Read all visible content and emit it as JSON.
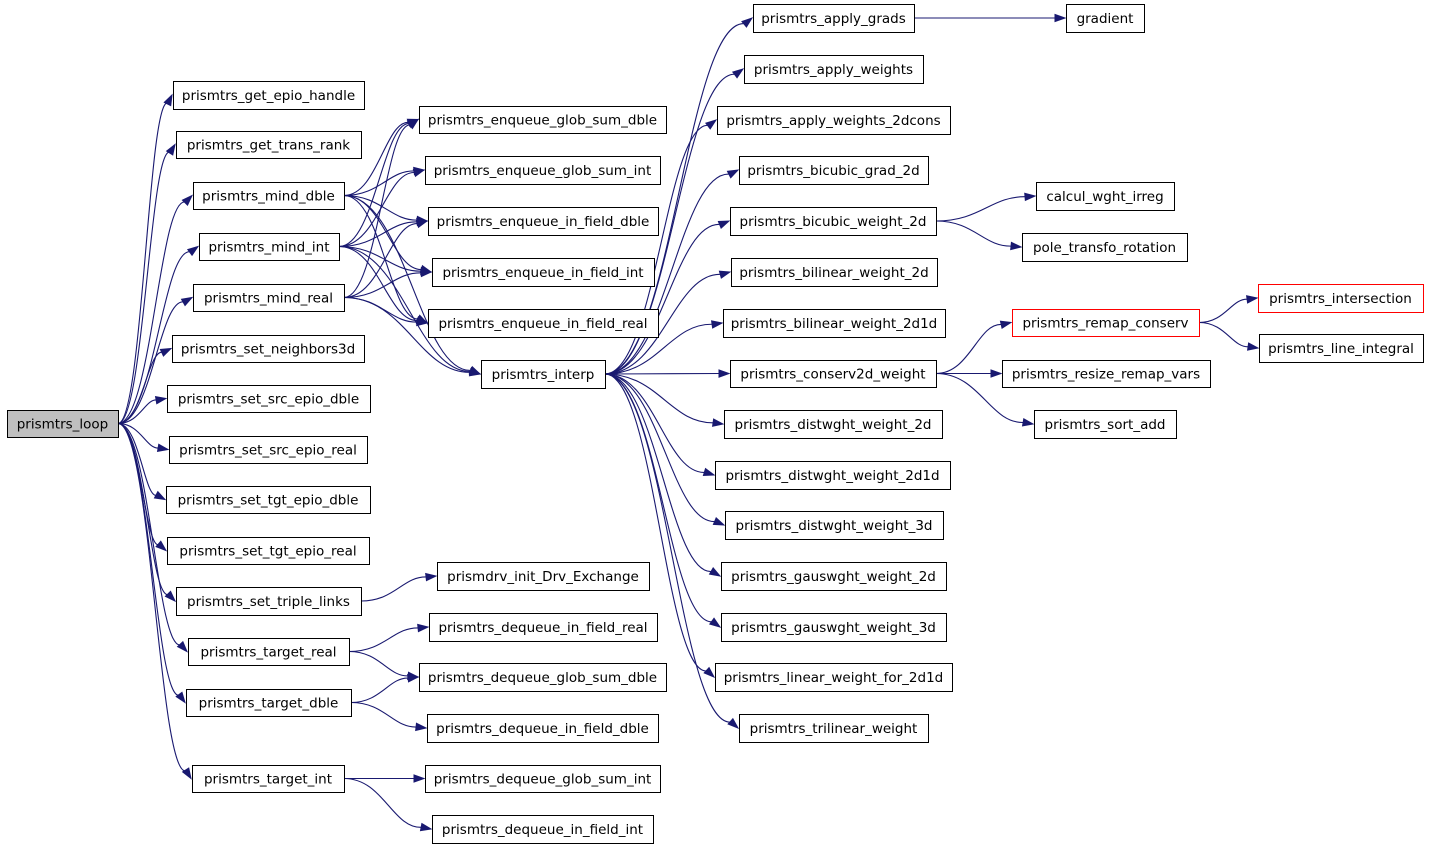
{
  "graph": {
    "colors": {
      "edge": "#191970",
      "root_fill": "#bfbfbf",
      "highlight_border": "#ff0000",
      "border": "#000000"
    },
    "nodes": [
      {
        "id": "loop",
        "label": "prismtrs_loop",
        "style": "root"
      },
      {
        "id": "get_epio_handle",
        "label": "prismtrs_get_epio_handle"
      },
      {
        "id": "get_trans_rank",
        "label": "prismtrs_get_trans_rank"
      },
      {
        "id": "mind_dble",
        "label": "prismtrs_mind_dble"
      },
      {
        "id": "mind_int",
        "label": "prismtrs_mind_int"
      },
      {
        "id": "mind_real",
        "label": "prismtrs_mind_real"
      },
      {
        "id": "set_neighbors3d",
        "label": "prismtrs_set_neighbors3d"
      },
      {
        "id": "set_src_epio_dble",
        "label": "prismtrs_set_src_epio_dble"
      },
      {
        "id": "set_src_epio_real",
        "label": "prismtrs_set_src_epio_real"
      },
      {
        "id": "set_tgt_epio_dble",
        "label": "prismtrs_set_tgt_epio_dble"
      },
      {
        "id": "set_tgt_epio_real",
        "label": "prismtrs_set_tgt_epio_real"
      },
      {
        "id": "set_triple_links",
        "label": "prismtrs_set_triple_links"
      },
      {
        "id": "target_real",
        "label": "prismtrs_target_real"
      },
      {
        "id": "target_dble",
        "label": "prismtrs_target_dble"
      },
      {
        "id": "target_int",
        "label": "prismtrs_target_int"
      },
      {
        "id": "enq_glob_sum_dble",
        "label": "prismtrs_enqueue_glob_sum_dble"
      },
      {
        "id": "enq_glob_sum_int",
        "label": "prismtrs_enqueue_glob_sum_int"
      },
      {
        "id": "enq_in_field_dble",
        "label": "prismtrs_enqueue_in_field_dble"
      },
      {
        "id": "enq_in_field_int",
        "label": "prismtrs_enqueue_in_field_int"
      },
      {
        "id": "enq_in_field_real",
        "label": "prismtrs_enqueue_in_field_real"
      },
      {
        "id": "interp",
        "label": "prismtrs_interp"
      },
      {
        "id": "init_drv_exchange",
        "label": "prismdrv_init_Drv_Exchange"
      },
      {
        "id": "deq_in_field_real",
        "label": "prismtrs_dequeue_in_field_real"
      },
      {
        "id": "deq_glob_sum_dble",
        "label": "prismtrs_dequeue_glob_sum_dble"
      },
      {
        "id": "deq_in_field_dble",
        "label": "prismtrs_dequeue_in_field_dble"
      },
      {
        "id": "deq_glob_sum_int",
        "label": "prismtrs_dequeue_glob_sum_int"
      },
      {
        "id": "deq_in_field_int",
        "label": "prismtrs_dequeue_in_field_int"
      },
      {
        "id": "apply_grads",
        "label": "prismtrs_apply_grads"
      },
      {
        "id": "apply_weights",
        "label": "prismtrs_apply_weights"
      },
      {
        "id": "apply_weights_2dcons",
        "label": "prismtrs_apply_weights_2dcons"
      },
      {
        "id": "bicubic_grad_2d",
        "label": "prismtrs_bicubic_grad_2d"
      },
      {
        "id": "bicubic_weight_2d",
        "label": "prismtrs_bicubic_weight_2d"
      },
      {
        "id": "bilinear_weight_2d",
        "label": "prismtrs_bilinear_weight_2d"
      },
      {
        "id": "bilinear_weight_2d1d",
        "label": "prismtrs_bilinear_weight_2d1d"
      },
      {
        "id": "conserv2d_weight",
        "label": "prismtrs_conserv2d_weight"
      },
      {
        "id": "distwght_weight_2d",
        "label": "prismtrs_distwght_weight_2d"
      },
      {
        "id": "distwght_weight_2d1d",
        "label": "prismtrs_distwght_weight_2d1d"
      },
      {
        "id": "distwght_weight_3d",
        "label": "prismtrs_distwght_weight_3d"
      },
      {
        "id": "gauswght_weight_2d",
        "label": "prismtrs_gauswght_weight_2d"
      },
      {
        "id": "gauswght_weight_3d",
        "label": "prismtrs_gauswght_weight_3d"
      },
      {
        "id": "linear_weight_for_2d1d",
        "label": "prismtrs_linear_weight_for_2d1d"
      },
      {
        "id": "trilinear_weight",
        "label": "prismtrs_trilinear_weight"
      },
      {
        "id": "gradient",
        "label": "gradient"
      },
      {
        "id": "calcul_wght_irreg",
        "label": "calcul_wght_irreg"
      },
      {
        "id": "pole_transfo_rotation",
        "label": "pole_transfo_rotation"
      },
      {
        "id": "remap_conserv",
        "label": "prismtrs_remap_conserv",
        "style": "red"
      },
      {
        "id": "resize_remap_vars",
        "label": "prismtrs_resize_remap_vars"
      },
      {
        "id": "sort_add",
        "label": "prismtrs_sort_add"
      },
      {
        "id": "intersection",
        "label": "prismtrs_intersection",
        "style": "red"
      },
      {
        "id": "line_integral",
        "label": "prismtrs_line_integral"
      }
    ],
    "edges": [
      [
        "loop",
        "get_epio_handle"
      ],
      [
        "loop",
        "get_trans_rank"
      ],
      [
        "loop",
        "mind_dble"
      ],
      [
        "loop",
        "mind_int"
      ],
      [
        "loop",
        "mind_real"
      ],
      [
        "loop",
        "set_neighbors3d"
      ],
      [
        "loop",
        "set_src_epio_dble"
      ],
      [
        "loop",
        "set_src_epio_real"
      ],
      [
        "loop",
        "set_tgt_epio_dble"
      ],
      [
        "loop",
        "set_tgt_epio_real"
      ],
      [
        "loop",
        "set_triple_links"
      ],
      [
        "loop",
        "target_real"
      ],
      [
        "loop",
        "target_dble"
      ],
      [
        "loop",
        "target_int"
      ],
      [
        "mind_dble",
        "enq_glob_sum_dble"
      ],
      [
        "mind_dble",
        "enq_glob_sum_int"
      ],
      [
        "mind_dble",
        "enq_in_field_dble"
      ],
      [
        "mind_dble",
        "enq_in_field_int"
      ],
      [
        "mind_dble",
        "enq_in_field_real"
      ],
      [
        "mind_dble",
        "interp"
      ],
      [
        "mind_int",
        "enq_glob_sum_dble"
      ],
      [
        "mind_int",
        "enq_glob_sum_int"
      ],
      [
        "mind_int",
        "enq_in_field_dble"
      ],
      [
        "mind_int",
        "enq_in_field_int"
      ],
      [
        "mind_int",
        "enq_in_field_real"
      ],
      [
        "mind_int",
        "interp"
      ],
      [
        "mind_real",
        "enq_glob_sum_dble"
      ],
      [
        "mind_real",
        "enq_in_field_dble"
      ],
      [
        "mind_real",
        "enq_in_field_int"
      ],
      [
        "mind_real",
        "enq_in_field_real"
      ],
      [
        "mind_real",
        "interp"
      ],
      [
        "set_triple_links",
        "init_drv_exchange"
      ],
      [
        "target_real",
        "deq_in_field_real"
      ],
      [
        "target_real",
        "deq_glob_sum_dble"
      ],
      [
        "target_dble",
        "deq_glob_sum_dble"
      ],
      [
        "target_dble",
        "deq_in_field_dble"
      ],
      [
        "target_int",
        "deq_glob_sum_int"
      ],
      [
        "target_int",
        "deq_in_field_int"
      ],
      [
        "interp",
        "apply_grads"
      ],
      [
        "interp",
        "apply_weights"
      ],
      [
        "interp",
        "apply_weights_2dcons"
      ],
      [
        "interp",
        "bicubic_grad_2d"
      ],
      [
        "interp",
        "bicubic_weight_2d"
      ],
      [
        "interp",
        "bilinear_weight_2d"
      ],
      [
        "interp",
        "bilinear_weight_2d1d"
      ],
      [
        "interp",
        "conserv2d_weight"
      ],
      [
        "interp",
        "distwght_weight_2d"
      ],
      [
        "interp",
        "distwght_weight_2d1d"
      ],
      [
        "interp",
        "distwght_weight_3d"
      ],
      [
        "interp",
        "gauswght_weight_2d"
      ],
      [
        "interp",
        "gauswght_weight_3d"
      ],
      [
        "interp",
        "linear_weight_for_2d1d"
      ],
      [
        "interp",
        "trilinear_weight"
      ],
      [
        "apply_grads",
        "gradient"
      ],
      [
        "bicubic_weight_2d",
        "calcul_wght_irreg"
      ],
      [
        "bicubic_weight_2d",
        "pole_transfo_rotation"
      ],
      [
        "conserv2d_weight",
        "remap_conserv"
      ],
      [
        "conserv2d_weight",
        "resize_remap_vars"
      ],
      [
        "conserv2d_weight",
        "sort_add"
      ],
      [
        "remap_conserv",
        "intersection"
      ],
      [
        "remap_conserv",
        "line_integral"
      ]
    ]
  }
}
